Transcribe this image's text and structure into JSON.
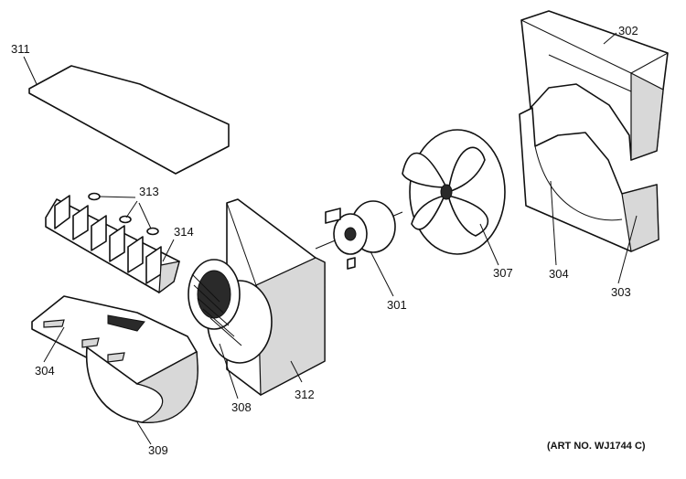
{
  "callouts": {
    "p311": "311",
    "p313": "313",
    "p314": "314",
    "p304_left": "304",
    "p309": "309",
    "p308": "308",
    "p312": "312",
    "p301": "301",
    "p307": "307",
    "p302": "302",
    "p304_right": "304",
    "p303": "303"
  },
  "art_number": "(ART NO. WJ1744 C)"
}
